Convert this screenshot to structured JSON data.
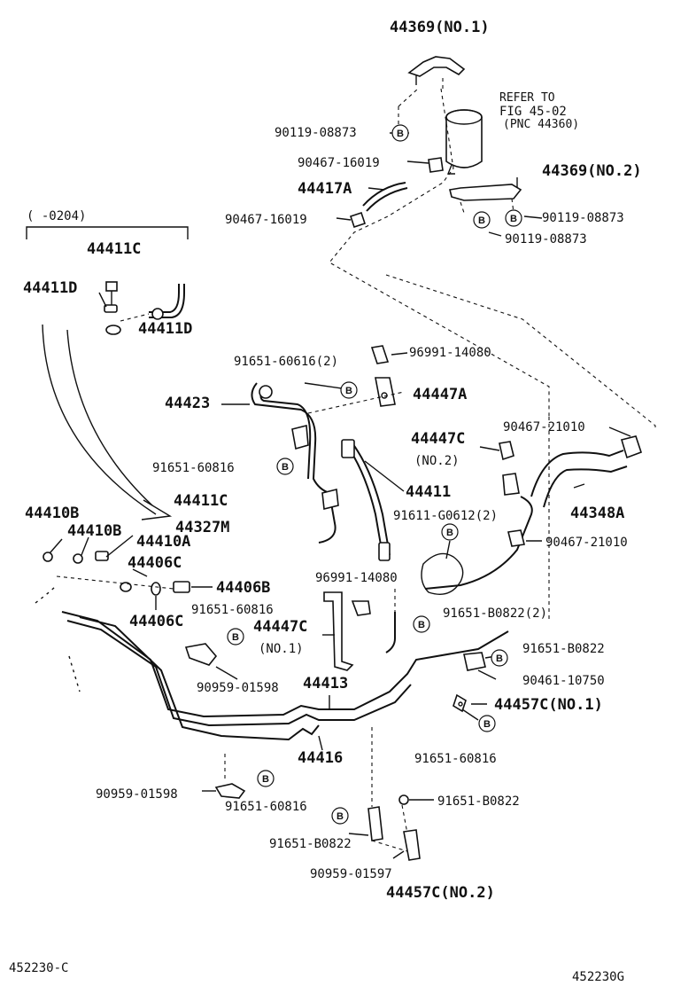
{
  "callouts": {
    "p44369_no1": "44369(NO.1)",
    "refer_line1": "REFER TO",
    "refer_line2": "FIG 45-02",
    "refer_line3": "(PNC 44360)",
    "p90119_a": "90119-08873",
    "p90467_16019_a": "90467-16019",
    "p44417A": "44417A",
    "p90467_16019_b": "90467-16019",
    "p44369_no2": "44369(NO.2)",
    "p90119_b": "90119-08873",
    "p90119_c": "90119-08873",
    "range": "(    -0204)",
    "p44411C_a": "44411C",
    "p44411D_a": "44411D",
    "p44411D_b": "44411D",
    "p91651_60616": "91651-60616(2)",
    "p96991_14080_a": "96991-14080",
    "p44423": "44423",
    "p44447A": "44447A",
    "p90467_21010_a": "90467-21010",
    "p44447C_no2": "44447C",
    "no2": "(NO.2)",
    "p91651_60816_a": "91651-60816",
    "p44411": "44411",
    "p44411C_b": "44411C",
    "p44327M": "44327M",
    "p91611": "91611-G0612(2)",
    "p44348A": "44348A",
    "p44410B_a": "44410B",
    "p44410B_b": "44410B",
    "p44410A": "44410A",
    "p44406C_a": "44406C",
    "p90467_21010_b": "90467-21010",
    "p96991_14080_b": "96991-14080",
    "p44406B": "44406B",
    "p44406C_b": "44406C",
    "p91651_60816_b": "91651-60816",
    "p44447C_no1": "44447C",
    "no1": "(NO.1)",
    "p91651_B0822_2": "91651-B0822(2)",
    "p91651_B0822_a": "91651-B0822",
    "p90461": "90461-10750",
    "p90959_01598_a": "90959-01598",
    "p44413": "44413",
    "p44457C_no1": "44457C(NO.1)",
    "p44416": "44416",
    "p91651_60816_c": "91651-60816",
    "p90959_01598_b": "90959-01598",
    "p91651_60816_d": "91651-60816",
    "p91651_B0822_b": "91651-B0822",
    "p91651_B0822_c": "91651-B0822",
    "p90959_01597": "90959-01597",
    "p44457C_no2": "44457C(NO.2)",
    "fig_left": "452230-C",
    "fig_right": "452230G"
  },
  "badge_letter": "B"
}
